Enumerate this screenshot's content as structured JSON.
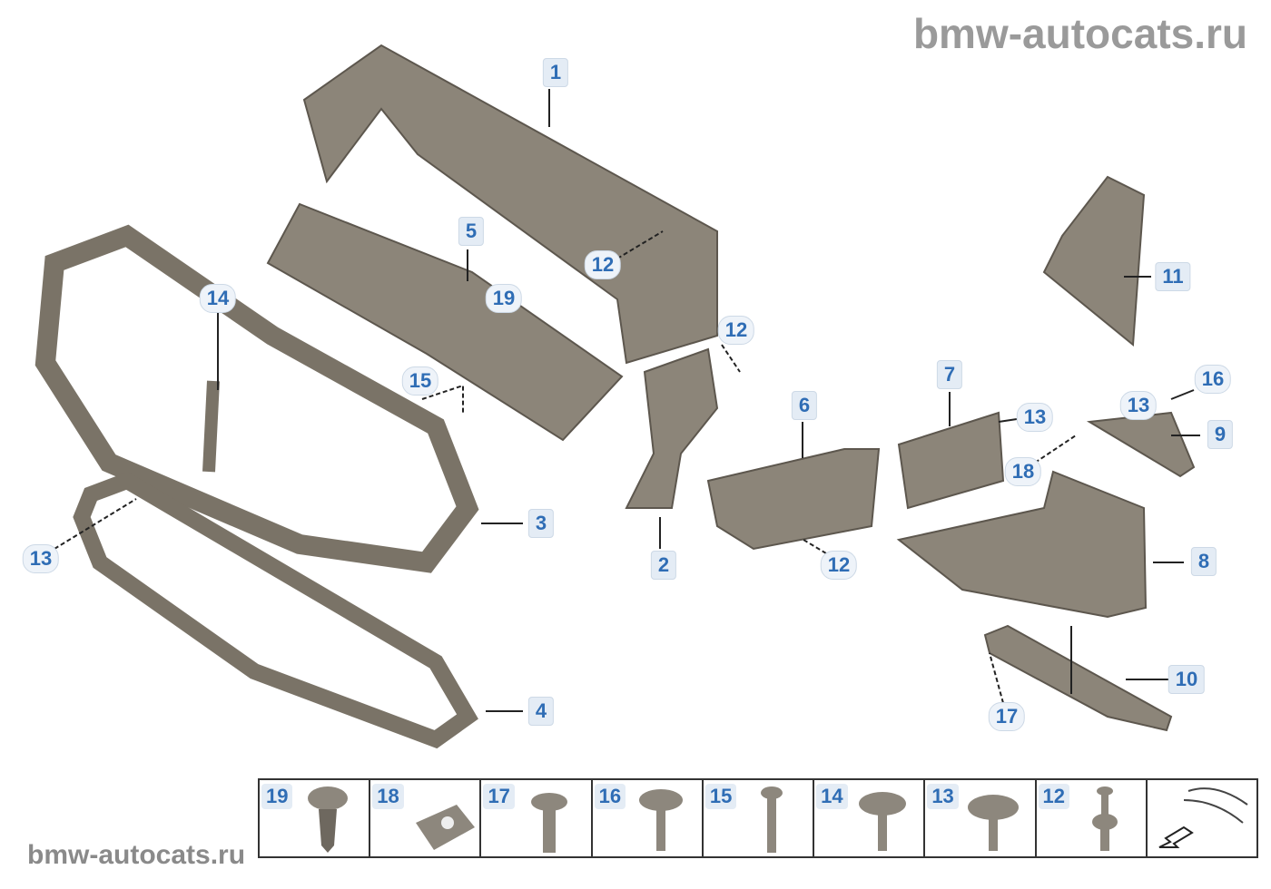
{
  "watermark_top": "bmw-autocats.ru",
  "watermark_bottom": "bmw-autocats.ru",
  "callouts": [
    "1",
    "12",
    "5",
    "19",
    "14",
    "15",
    "12",
    "6",
    "7",
    "13",
    "13",
    "16",
    "9",
    "18",
    "11",
    "3",
    "2",
    "12",
    "8",
    "13",
    "4",
    "10",
    "17"
  ],
  "fasteners": [
    "19",
    "18",
    "17",
    "16",
    "15",
    "14",
    "13",
    "12"
  ],
  "colors": {
    "label_text": "#2f6db5",
    "label_bg": "#e4ecf5",
    "part": "#8c8579"
  }
}
